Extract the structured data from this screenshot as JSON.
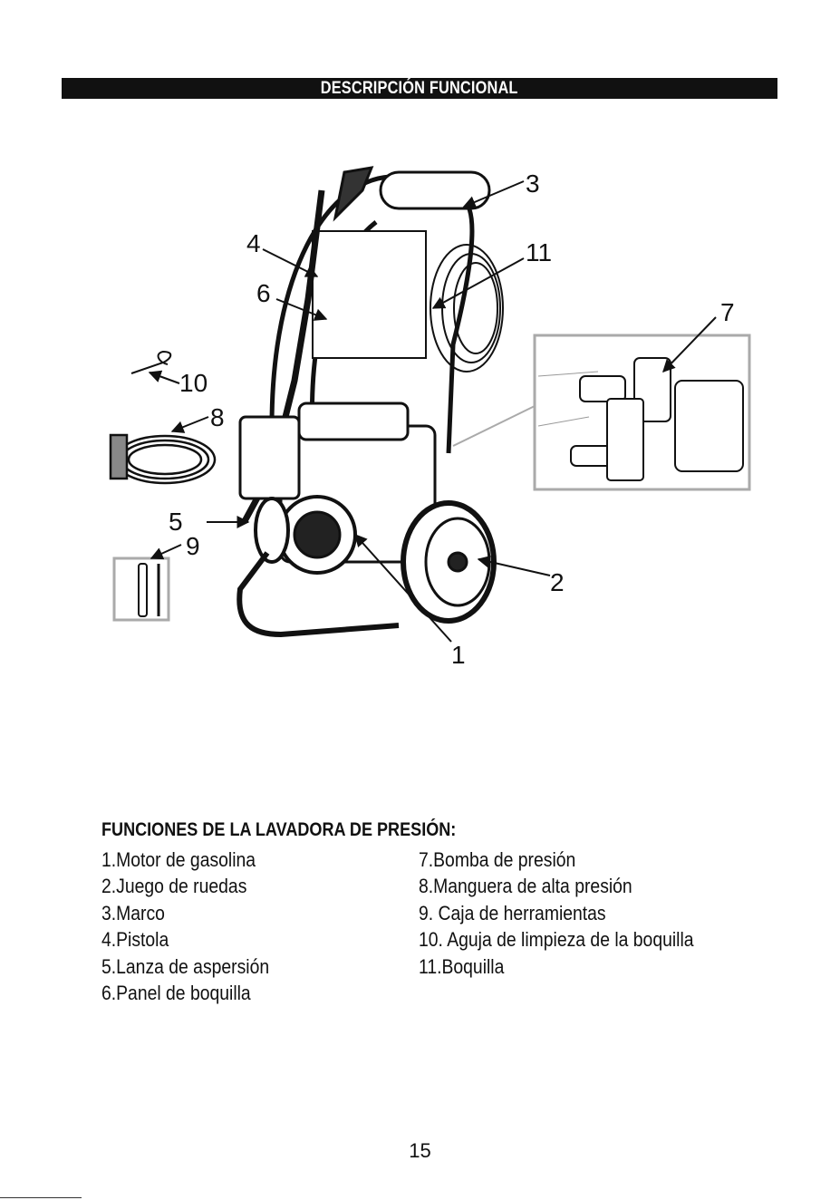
{
  "header": {
    "title": "DESCRIPCIÓN FUNCIONAL"
  },
  "diagram": {
    "callouts": [
      "1",
      "2",
      "3",
      "4",
      "5",
      "6",
      "7",
      "8",
      "9",
      "10",
      "11"
    ]
  },
  "functions": {
    "title": "FUNCIONES DE LA LAVADORA DE PRESIÓN:",
    "left": [
      "1.Motor de gasolina",
      "2.Juego de ruedas",
      "3.Marco",
      "4.Pistola",
      "5.Lanza de aspersión",
      "6.Panel de boquilla"
    ],
    "right": [
      "7.Bomba de presión",
      "8.Manguera de alta presión",
      "9. Caja de herramientas",
      "10. Aguja de limpieza de la boquilla",
      "11.Boquilla"
    ]
  },
  "page": {
    "number": "15"
  }
}
